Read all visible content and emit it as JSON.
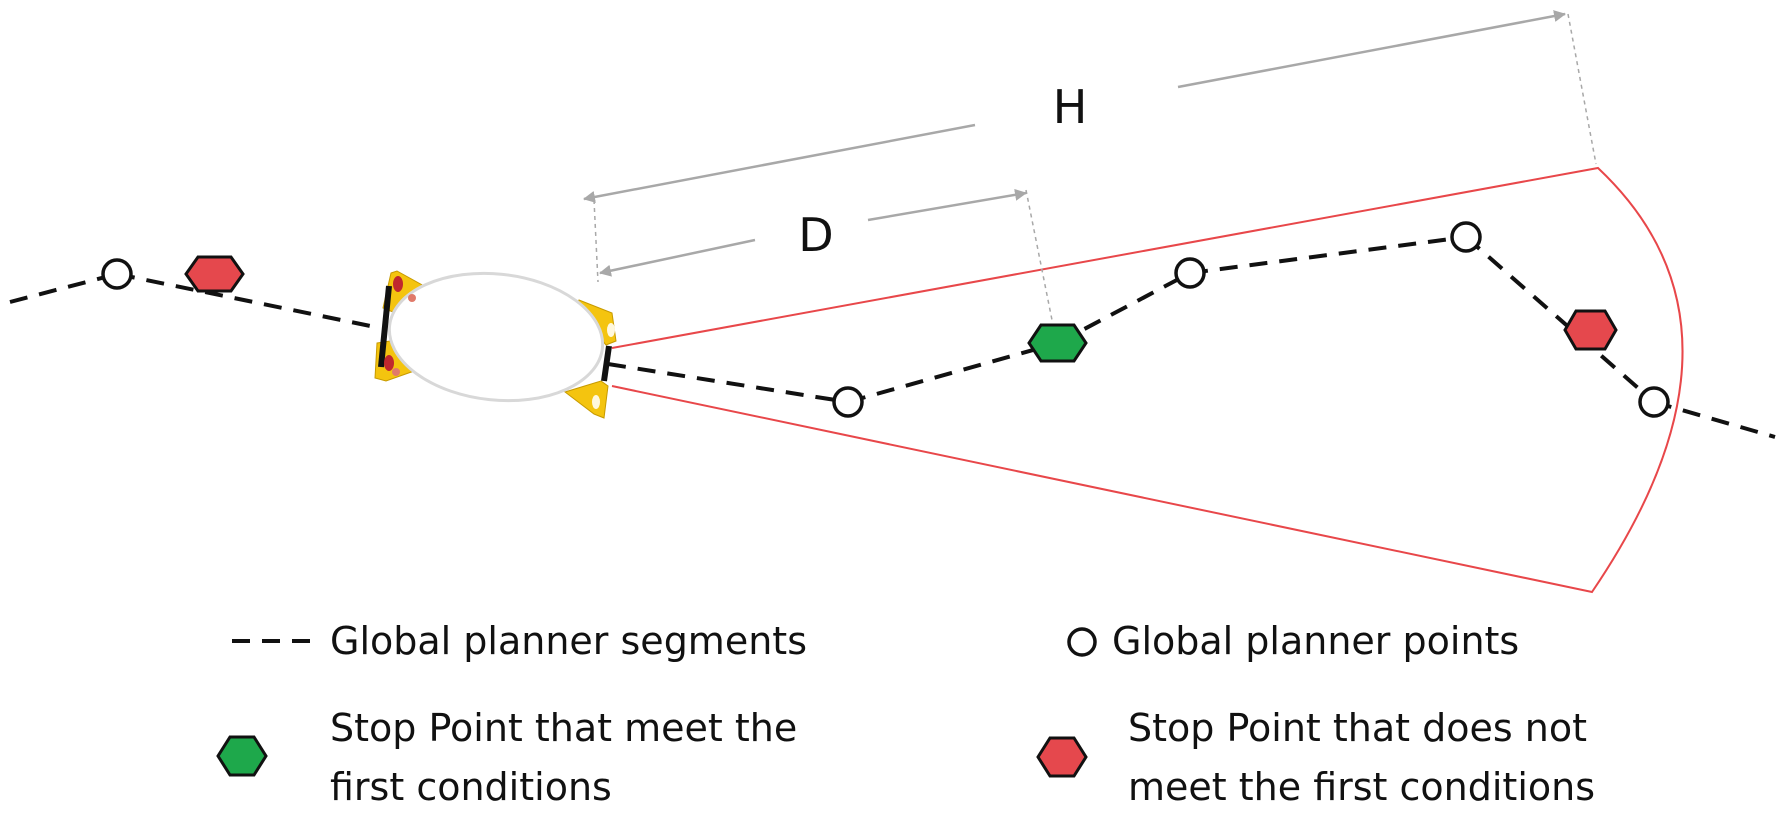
{
  "labels": {
    "d": "D",
    "h": "H"
  },
  "legend": {
    "segments": "Global planner segments",
    "points": "Global planner points",
    "stop_meet_line1": "Stop Point that meet the",
    "stop_meet_line2": "first conditions",
    "stop_not_meet_line1": "Stop Point that does not",
    "stop_not_meet_line2": "meet the first conditions"
  },
  "colors": {
    "path": "#111111",
    "cone": "#e8474a",
    "dimension": "#a8a8a8",
    "stop_meet": "#1ea84b",
    "stop_not_meet": "#e5484d",
    "robot_body": "#f4c40f",
    "robot_marks": "#c0282e",
    "point_fill": "#ffffff"
  },
  "icons": {
    "robot": "robot-icon",
    "planner_point": "circle-outline-icon",
    "stop_point": "hexagon-icon"
  }
}
